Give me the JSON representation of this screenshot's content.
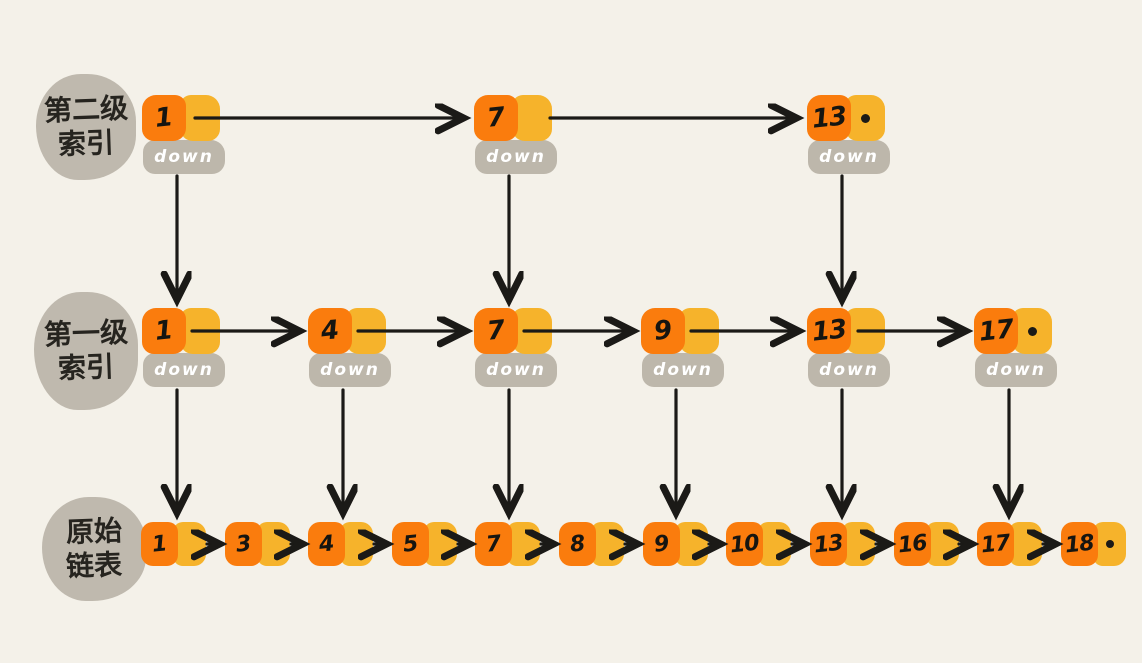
{
  "diagram": {
    "title": "skip-list-index-diagram",
    "down_label": "down",
    "levels": [
      {
        "id": "level-2-index",
        "label": "第二级索引",
        "label_lines": [
          "第二级",
          "索引"
        ],
        "nodes": [
          {
            "value": "1"
          },
          {
            "value": "7"
          },
          {
            "value": "13",
            "null_pointer": true
          }
        ]
      },
      {
        "id": "level-1-index",
        "label": "第一级索引",
        "label_lines": [
          "第一级",
          "索引"
        ],
        "nodes": [
          {
            "value": "1"
          },
          {
            "value": "4"
          },
          {
            "value": "7"
          },
          {
            "value": "9"
          },
          {
            "value": "13"
          },
          {
            "value": "17",
            "null_pointer": true
          }
        ]
      },
      {
        "id": "original-linked-list",
        "label": "原始链表",
        "label_lines": [
          "原始",
          "链表"
        ],
        "nodes": [
          {
            "value": "1"
          },
          {
            "value": "3"
          },
          {
            "value": "4"
          },
          {
            "value": "5"
          },
          {
            "value": "7"
          },
          {
            "value": "8"
          },
          {
            "value": "9"
          },
          {
            "value": "10"
          },
          {
            "value": "13"
          },
          {
            "value": "16"
          },
          {
            "value": "17"
          },
          {
            "value": "18",
            "null_pointer": true
          }
        ]
      }
    ],
    "colors": {
      "background": "#f4f1e9",
      "node_value_bg": "#fa7c0d",
      "node_pointer_bg": "#f6b32b",
      "down_pill_bg": "#bdb7ab",
      "label_blob_bg": "#bfb9ae",
      "arrow": "#1b1a17",
      "down_text": "#ffffff"
    }
  }
}
